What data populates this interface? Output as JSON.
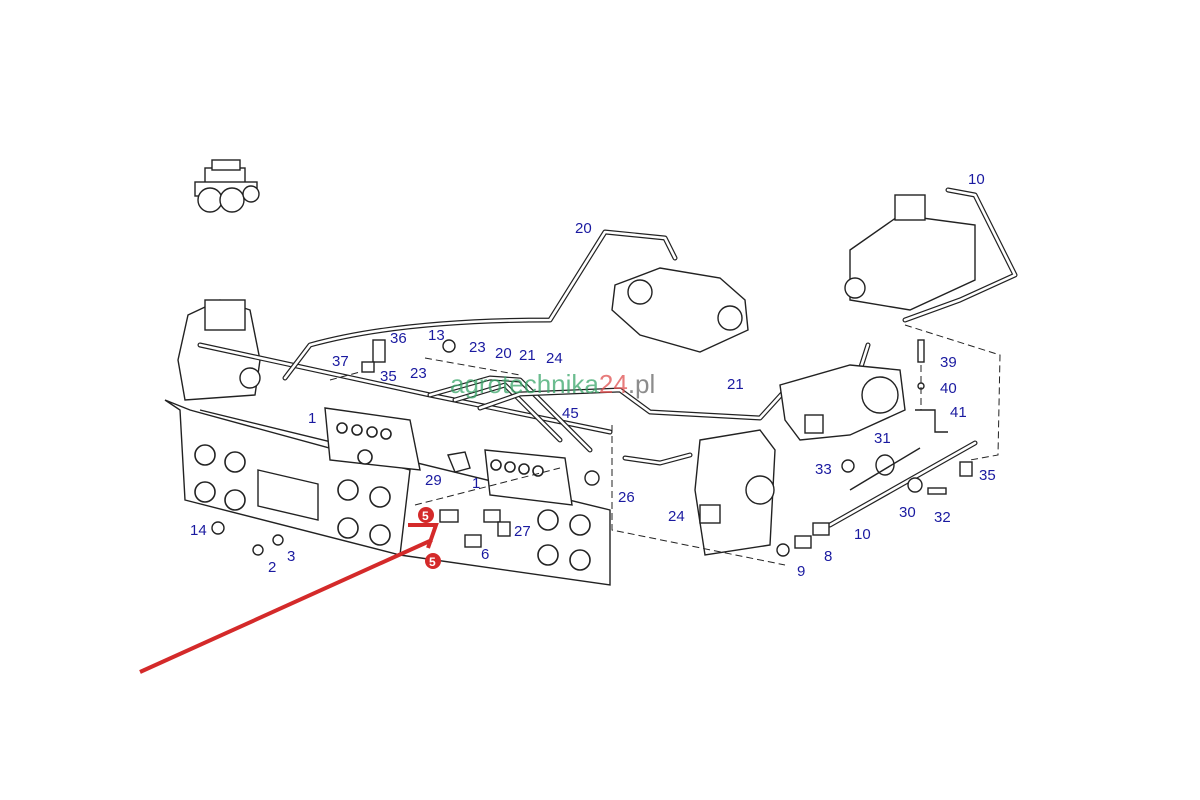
{
  "diagram": {
    "watermark": {
      "part1": "agrotechnika",
      "part2": "24",
      "part3": ".pl",
      "colors": {
        "part1": "#3aa66a",
        "part2": "#e05050",
        "part3": "#666666"
      }
    },
    "label_color": "#1a1aa0",
    "highlight_color": "#d42a2a",
    "highlight_label": "5",
    "labels": [
      "10",
      "20",
      "13",
      "36",
      "23",
      "37",
      "20",
      "21",
      "24",
      "35",
      "23",
      "21",
      "39",
      "40",
      "41",
      "1",
      "45",
      "31",
      "29",
      "1",
      "26",
      "33",
      "35",
      "24",
      "30",
      "32",
      "14",
      "27",
      "10",
      "3",
      "6",
      "2",
      "8",
      "9"
    ]
  }
}
